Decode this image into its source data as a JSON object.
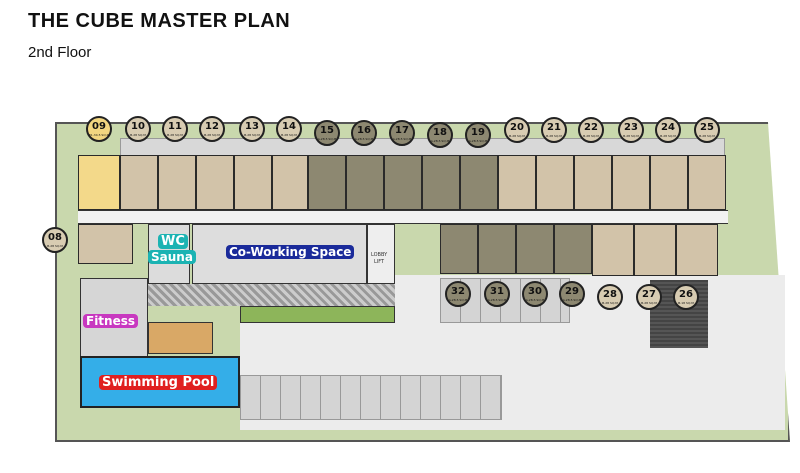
{
  "header": {
    "title": "THE CUBE MASTER PLAN",
    "subtitle": "2nd Floor"
  },
  "units": [
    {
      "no": "09",
      "area": "B1-34.5 SQ.M",
      "type": "yel"
    },
    {
      "no": "10",
      "area": "B-28 SQ.M",
      "type": "light"
    },
    {
      "no": "11",
      "area": "B-28 SQ.M",
      "type": "light"
    },
    {
      "no": "12",
      "area": "B-28 SQ.M",
      "type": "light"
    },
    {
      "no": "13",
      "area": "B-28 SQ.M",
      "type": "light"
    },
    {
      "no": "14",
      "area": "B-28 SQ.M",
      "type": "light"
    },
    {
      "no": "15",
      "area": "A-28.5 SQ.M",
      "type": "dark"
    },
    {
      "no": "16",
      "area": "A-28.5 SQ.M",
      "type": "dark"
    },
    {
      "no": "17",
      "area": "A-28.5 SQ.M",
      "type": "dark"
    },
    {
      "no": "18",
      "area": "A-28.5 SQ.M",
      "type": "dark"
    },
    {
      "no": "19",
      "area": "A-28.5 SQ.M",
      "type": "dark"
    },
    {
      "no": "20",
      "area": "B-28 SQ.M",
      "type": "light"
    },
    {
      "no": "21",
      "area": "B-28 SQ.M",
      "type": "light"
    },
    {
      "no": "22",
      "area": "B-28 SQ.M",
      "type": "light"
    },
    {
      "no": "23",
      "area": "B-28 SQ.M",
      "type": "light"
    },
    {
      "no": "24",
      "area": "B-28 SQ.M",
      "type": "light"
    },
    {
      "no": "25",
      "area": "B-28 SQ.M",
      "type": "light"
    },
    {
      "no": "08",
      "area": "B-28 SQ.M",
      "type": "light"
    },
    {
      "no": "32",
      "area": "A-28.5 SQ.M",
      "type": "dark"
    },
    {
      "no": "31",
      "area": "A-28.5 SQ.M",
      "type": "dark"
    },
    {
      "no": "30",
      "area": "A-28.5 SQ.M",
      "type": "dark"
    },
    {
      "no": "29",
      "area": "A-28.5 SQ.M",
      "type": "dark"
    },
    {
      "no": "28",
      "area": "B-28 SQ.M",
      "type": "light"
    },
    {
      "no": "27",
      "area": "B-28 SQ.M",
      "type": "light"
    },
    {
      "no": "26",
      "area": "B-18 SQ.M",
      "type": "light"
    }
  ],
  "facilities": {
    "wc": "WC",
    "sauna": "Sauna",
    "coworking": "Co-Working Space",
    "lobby": "LOBBY",
    "lift": "LIFT",
    "fitness": "Fitness",
    "pool": "Swimming Pool"
  },
  "colors": {
    "wc": "#1bb3b3",
    "coworking": "#1a2a9a",
    "fitness": "#c838c0",
    "pool": "#e02020",
    "pool_water": "#34aee8"
  }
}
